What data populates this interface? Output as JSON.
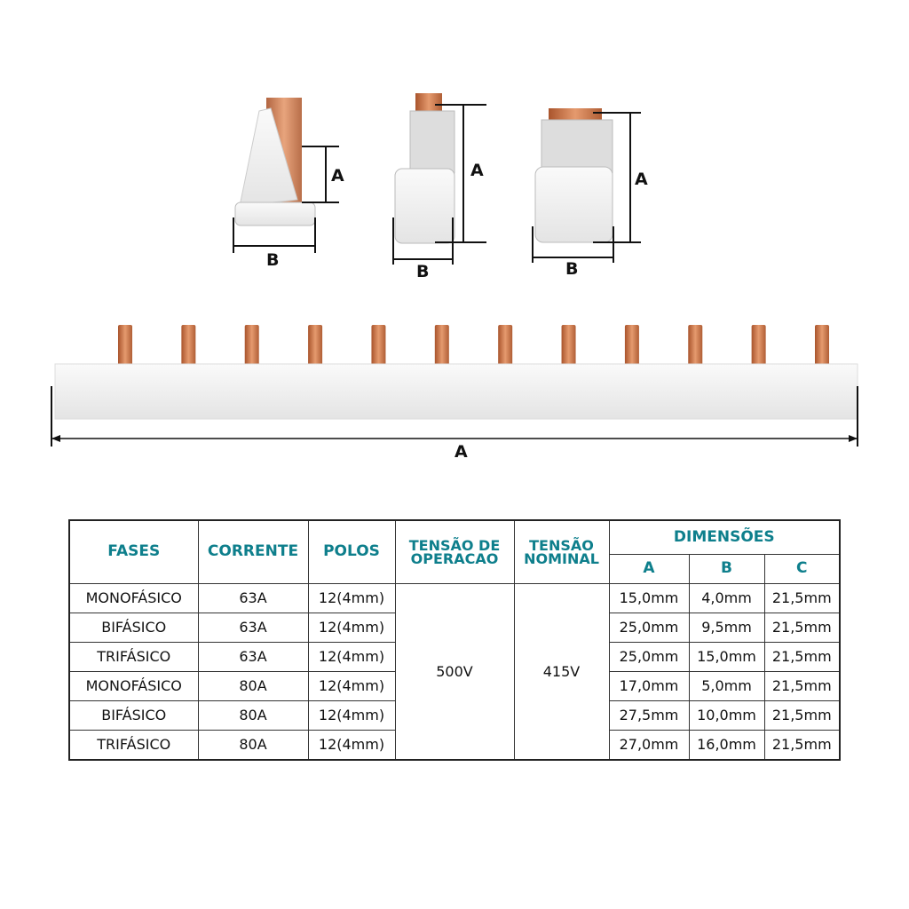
{
  "diagram": {
    "profile_labels": [
      {
        "a": "A",
        "b": "B"
      },
      {
        "a": "A",
        "b": "B"
      },
      {
        "a": "A",
        "b": "B"
      }
    ],
    "length_label": "A",
    "pin_count": 12
  },
  "colors": {
    "header": "#0e7f8c",
    "copper": "#c8744a",
    "body": "#f1f1f1"
  },
  "table": {
    "headers": {
      "fases": "FASES",
      "corrente": "CORRENTE",
      "polos": "POLOS",
      "tensao_op_1": "TENSÃO DE",
      "tensao_op_2": "OPERACAO",
      "tensao_nom_1": "TENSÃO",
      "tensao_nom_2": "NOMINAL",
      "dimensoes": "DIMENSÕES",
      "a": "A",
      "b": "B",
      "c": "C"
    },
    "tensao_operacao": "500V",
    "tensao_nominal": "415V",
    "rows": [
      {
        "fases": "MONOFÁSICO",
        "corrente": "63A",
        "polos": "12(4mm)",
        "a": "15,0mm",
        "b": "4,0mm",
        "c": "21,5mm"
      },
      {
        "fases": "BIFÁSICO",
        "corrente": "63A",
        "polos": "12(4mm)",
        "a": "25,0mm",
        "b": "9,5mm",
        "c": "21,5mm"
      },
      {
        "fases": "TRIFÁSICO",
        "corrente": "63A",
        "polos": "12(4mm)",
        "a": "25,0mm",
        "b": "15,0mm",
        "c": "21,5mm"
      },
      {
        "fases": "MONOFÁSICO",
        "corrente": "80A",
        "polos": "12(4mm)",
        "a": "17,0mm",
        "b": "5,0mm",
        "c": "21,5mm"
      },
      {
        "fases": "BIFÁSICO",
        "corrente": "80A",
        "polos": "12(4mm)",
        "a": "27,5mm",
        "b": "10,0mm",
        "c": "21,5mm"
      },
      {
        "fases": "TRIFÁSICO",
        "corrente": "80A",
        "polos": "12(4mm)",
        "a": "27,0mm",
        "b": "16,0mm",
        "c": "21,5mm"
      }
    ]
  }
}
